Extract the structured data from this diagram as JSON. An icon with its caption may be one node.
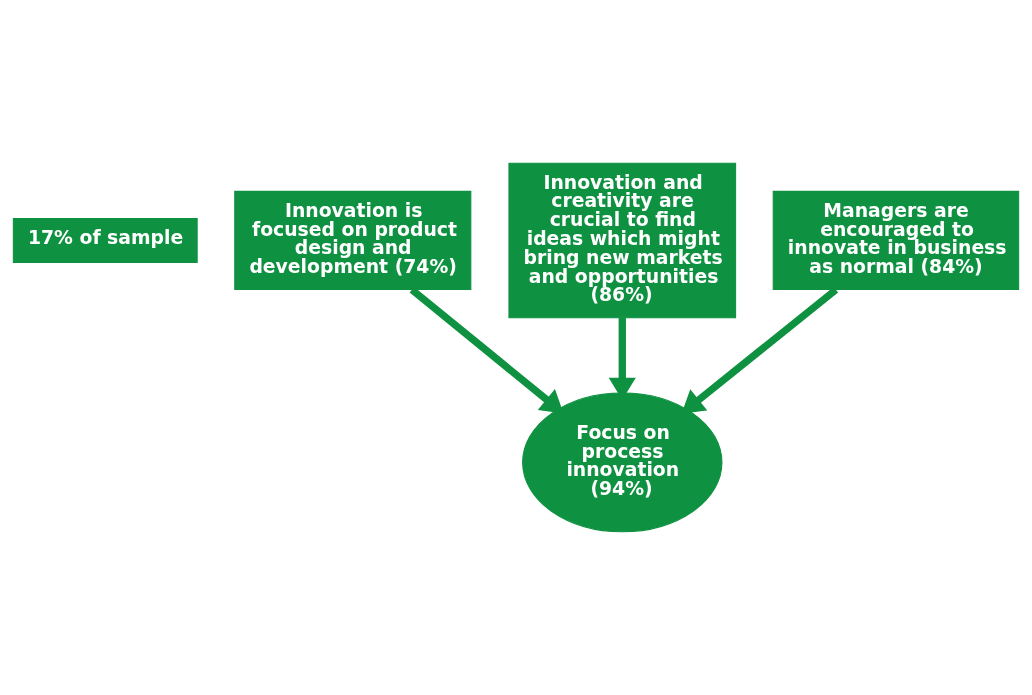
{
  "diagram": {
    "nodes": [
      {
        "text": [
          "17% of sample"
        ]
      },
      {
        "text": [
          "Innovation is focused on product design and development (74%)"
        ]
      },
      {
        "text": [
          "Innovation and creativity are crucial to find ideas which might bring new markets and opportunities (86%)"
        ]
      },
      {
        "text": [
          "Managers are encouraged to innovate in business as normal (84%)"
        ]
      },
      {
        "text": [
          "Focus on process innovation (94%)"
        ]
      }
    ],
    "edges": [
      {
        "from": 1,
        "to": 4,
        "arrow": "to"
      },
      {
        "from": 2,
        "to": 4,
        "arrow": "to"
      },
      {
        "from": 3,
        "to": 4,
        "arrow": "to"
      }
    ]
  }
}
